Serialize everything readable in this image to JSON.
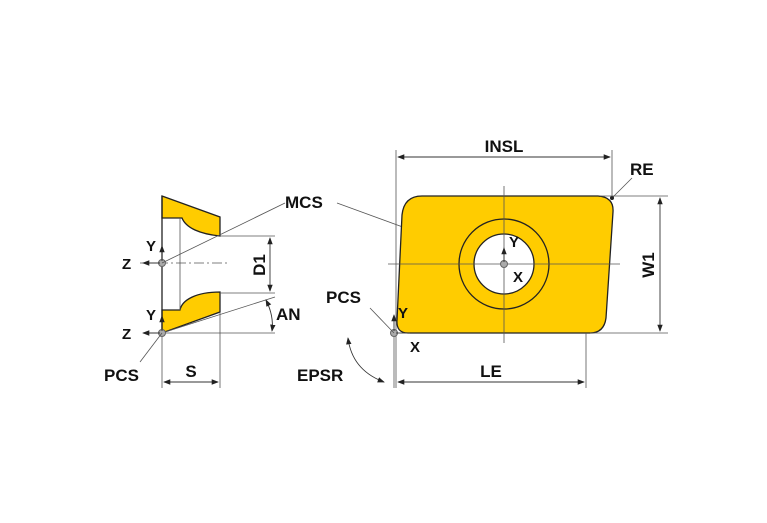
{
  "colors": {
    "insert_fill": "#FFCC00",
    "outline": "#222222"
  },
  "labels": {
    "mcs": "MCS",
    "pcs_left": "PCS",
    "pcs_right": "PCS",
    "s": "S",
    "d1": "D1",
    "an": "AN",
    "epsr": "EPSR",
    "insl": "INSL",
    "re": "RE",
    "w1": "W1",
    "le": "LE"
  },
  "axes": {
    "z_upper": "Z",
    "y_upper": "Y",
    "z_lower": "Z",
    "y_lower": "Y",
    "y_center": "Y",
    "x_center": "X",
    "y_corner": "Y",
    "x_corner": "X"
  }
}
